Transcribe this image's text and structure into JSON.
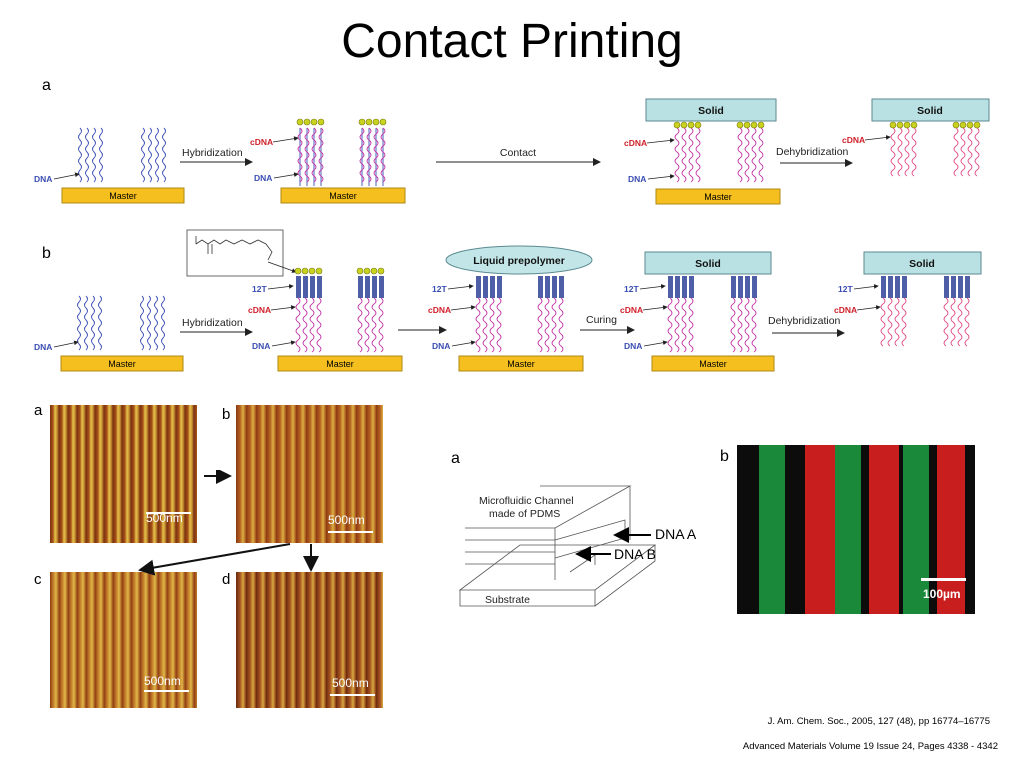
{
  "title": "Contact Printing",
  "schematic": {
    "row_a_label": "a",
    "row_b_label": "b",
    "master": "Master",
    "solid": "Solid",
    "dna": "DNA",
    "cdna": "cDNA",
    "t12": "12T",
    "hybridization": "Hybridization",
    "contact": "Contact",
    "dehybridization": "Dehybridization",
    "curing": "Curing",
    "liquid_prepolymer": "Liquid prepolymer"
  },
  "afm": {
    "panel_a": "a",
    "panel_b": "b",
    "panel_c": "c",
    "panel_d": "d",
    "scale": "500nm"
  },
  "microfluidic": {
    "panel_a": "a",
    "panel_b": "b",
    "channel_line1": "Microfluidic Channel",
    "channel_line2": "made of PDMS",
    "dna_a": "DNA A",
    "dna_b": "DNA B",
    "substrate": "Substrate",
    "scale": "100µm",
    "colors": {
      "green": "#1a8a3a",
      "red": "#c91e1e"
    }
  },
  "references": {
    "ref1": "J. Am. Chem. Soc., 2005, 127  (48), pp 16774–16775",
    "ref2": "Advanced Materials Volume 19 Issue 24, Pages 4338 - 4342"
  }
}
